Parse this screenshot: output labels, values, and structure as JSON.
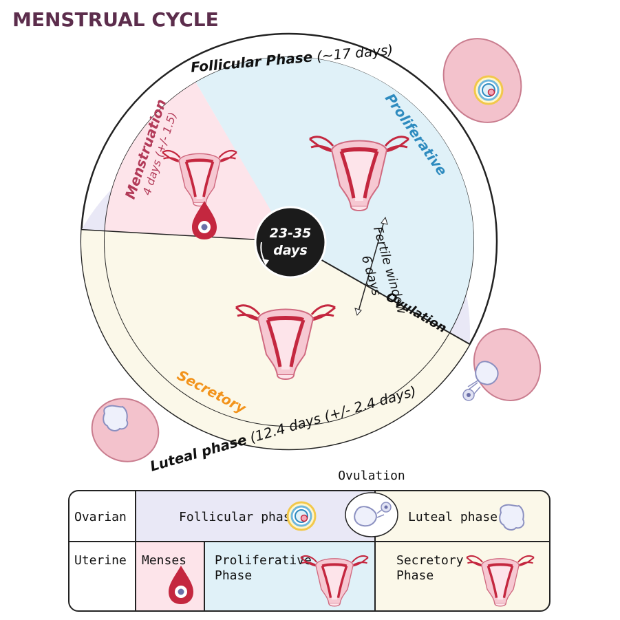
{
  "title": "MENSTRUAL CYCLE",
  "cycle": {
    "center_line1": "23-35",
    "center_line2": "days",
    "follicular_phase_label": "Follicular Phase",
    "follicular_phase_duration": "(~17 days)",
    "luteal_phase_label": "Luteal phase",
    "luteal_phase_duration": "(12.4 days (+/- 2.4 days)",
    "menstruation_label": "Menstruation",
    "menstruation_duration": "4 days (+/- 1.5)",
    "proliferative_label": "Proliferative",
    "secretory_label": "Secretory",
    "ovulation_label": "Ovulation",
    "fertile_window_label": "Fertile window",
    "fertile_window_duration": "6 days"
  },
  "legend_table": {
    "ovulation_header": "Ovulation",
    "row_ovarian_label": "Ovarian",
    "row_uterine_label": "Uterine",
    "follicular_phase": "Follicular phase",
    "luteal_phase": "Luteal phase",
    "menses": "Menses",
    "proliferative_line1": "Proliferative",
    "proliferative_line2": "Phase",
    "secretory_line1": "Secretory",
    "secretory_line2": "Phase"
  },
  "icons": [
    "uterus-icon",
    "blood-drop-icon",
    "follicle-icon",
    "ovary-icon",
    "corpus-luteum-icon",
    "ovulated-egg-icon",
    "refresh-arrow-icon"
  ],
  "colors": {
    "title": "#5c2d4c",
    "menstruation_fill": "#fde4ea",
    "proliferative_fill": "#e0f1f8",
    "secretory_fill": "#fbf8e9",
    "follicular_ring": "#e9e8f6",
    "endometrium_red": "#c4273f",
    "menstruation_text": "#b23a58",
    "proliferative_text": "#2e8bbf",
    "secretory_text": "#f2931b"
  }
}
